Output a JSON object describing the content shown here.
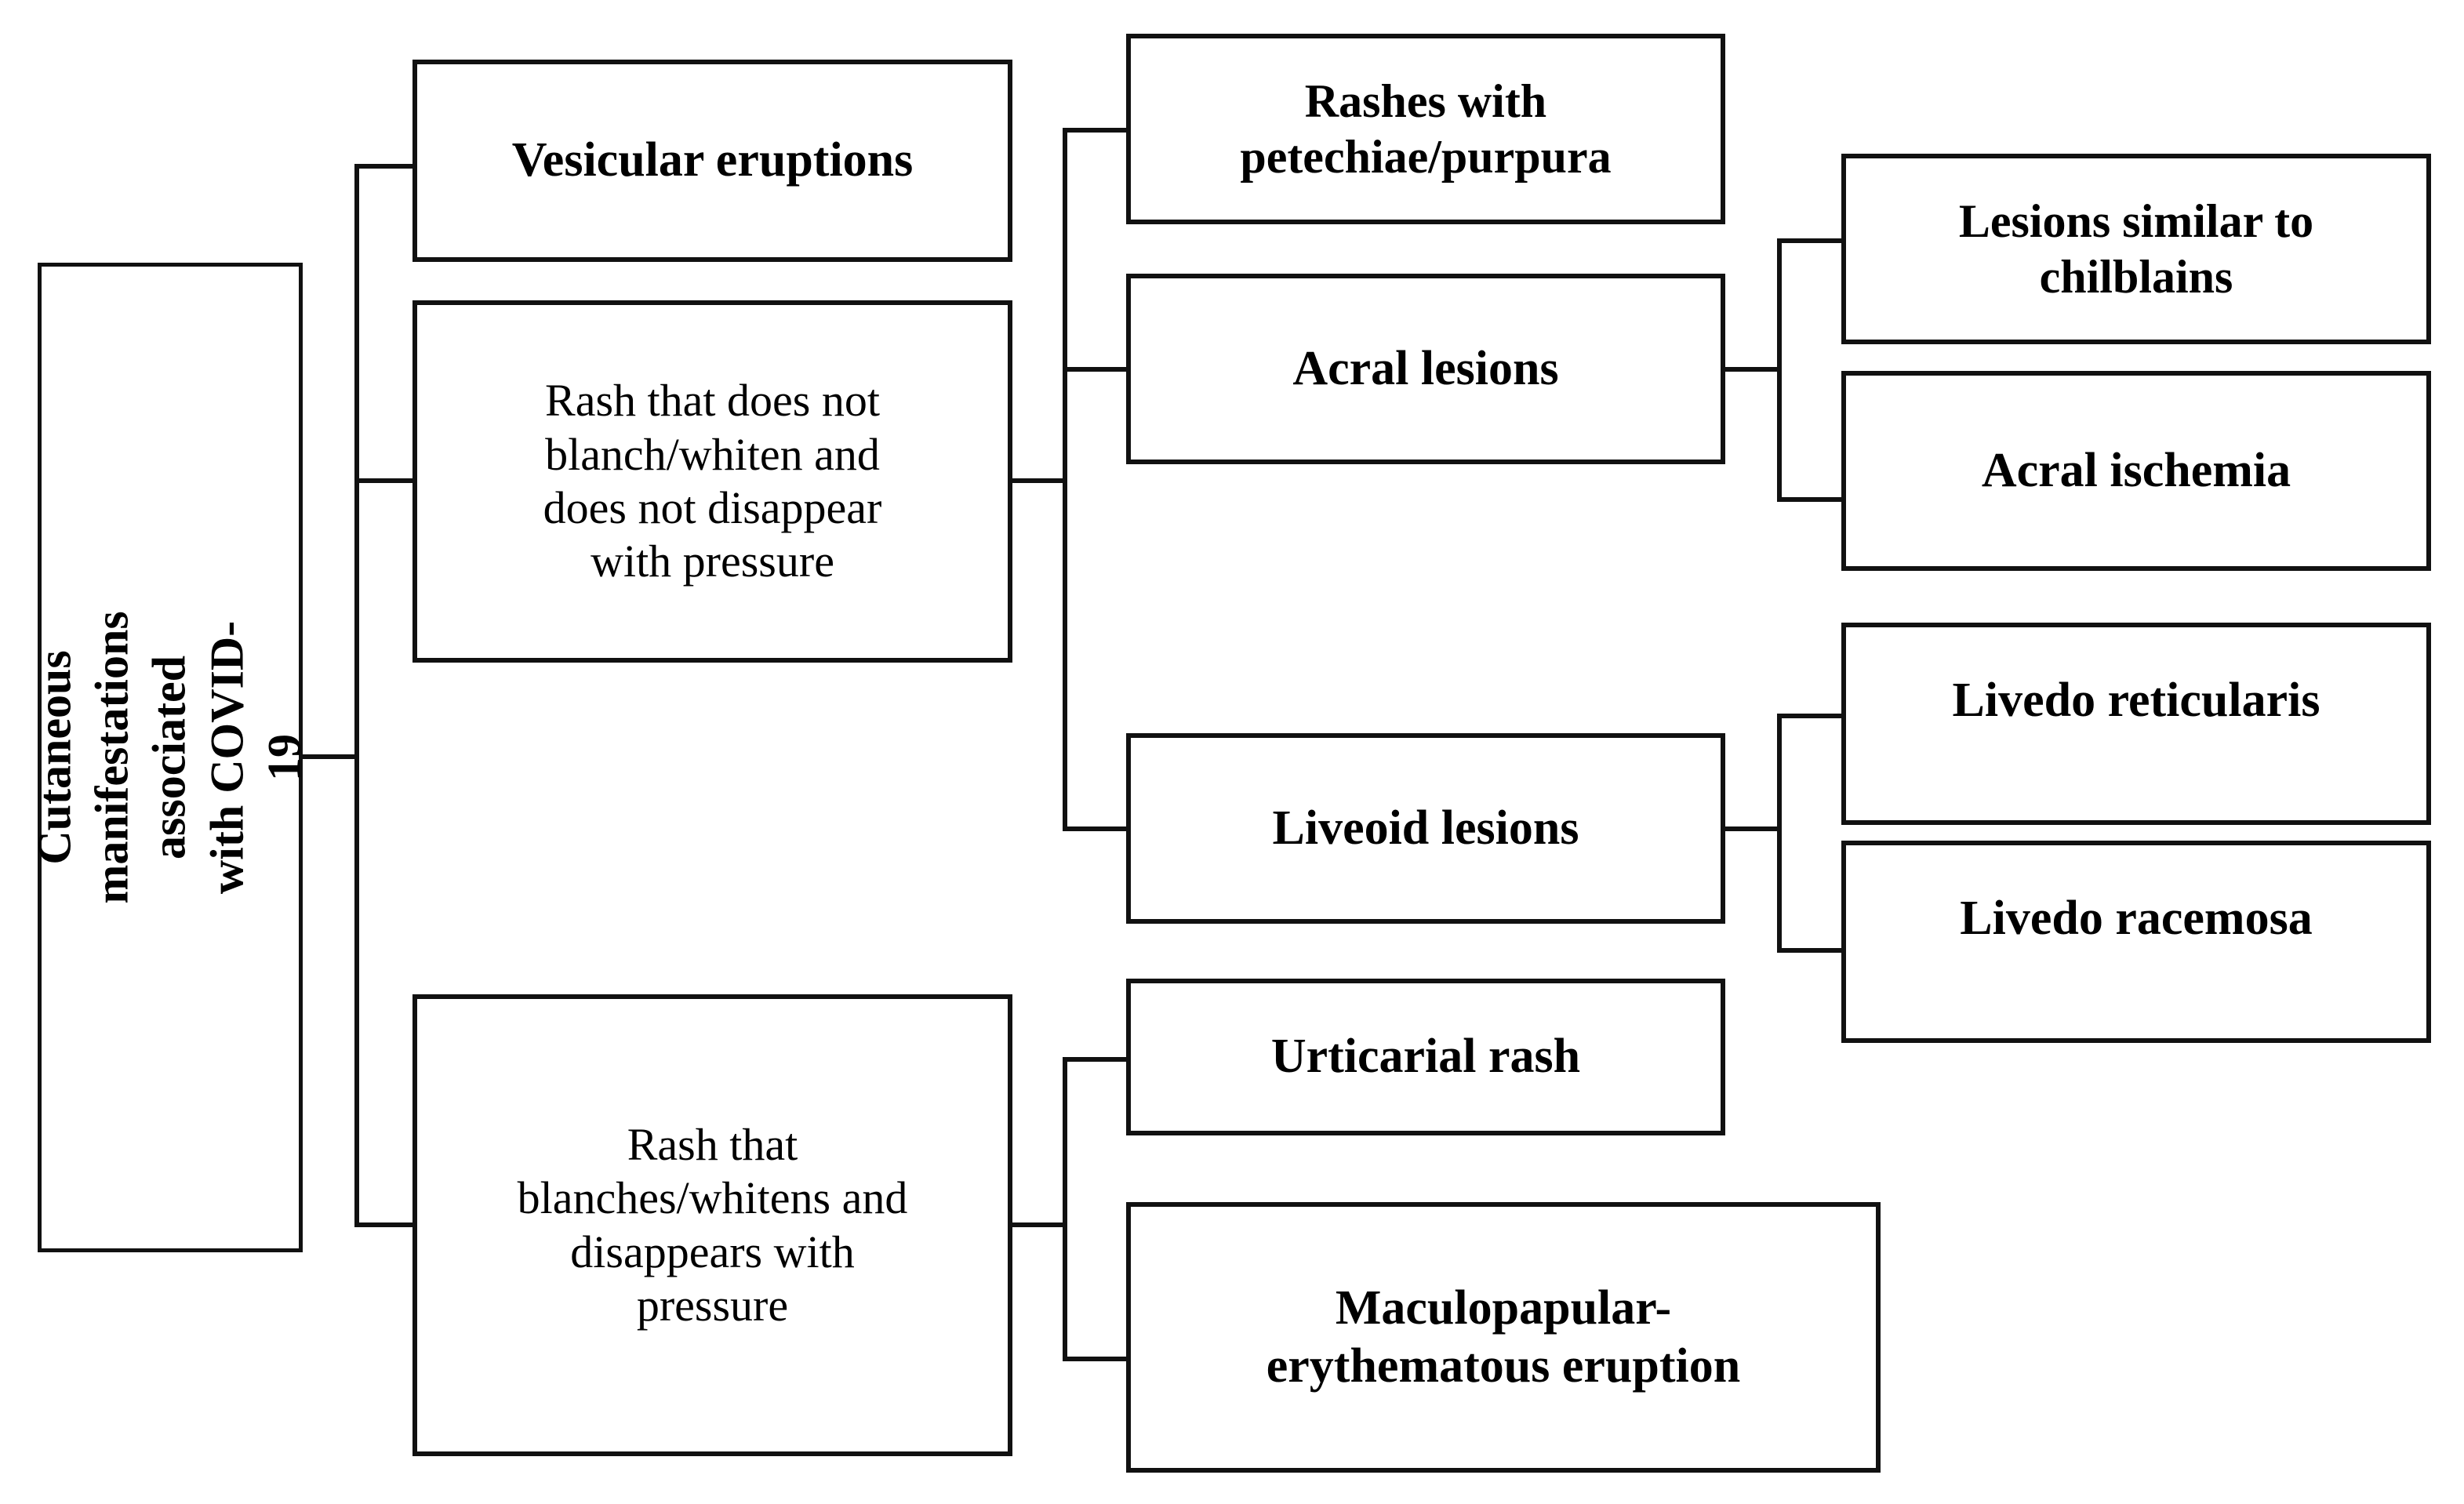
{
  "diagram": {
    "title": "Cutaneous manifestations associated with COVID-19",
    "type": "hierarchy-tree",
    "orientation": "left-to-right",
    "colors": {
      "background": "#ffffff",
      "box_border": "#111111",
      "connector": "#111111",
      "text": "#000000"
    },
    "root": {
      "label": "Cutaneous manifestations\nassociated with COVID-19",
      "text_orientation": "vertical-rotated-90ccw",
      "weight": "bold"
    },
    "level2": [
      {
        "id": "vesicular",
        "label": "Vesicular eruptions",
        "weight": "bold"
      },
      {
        "id": "non-blanching",
        "label": "Rash that does not\nblanch/whiten and\ndoes not disappear\nwith pressure",
        "weight": "normal"
      },
      {
        "id": "blanching",
        "label": "Rash that\nblanches/whitens and\ndisappears with\npressure",
        "weight": "normal"
      }
    ],
    "level3": [
      {
        "id": "petechiae",
        "parent": "non-blanching",
        "label": "Rashes with\npetechiae/purpura",
        "weight": "bold"
      },
      {
        "id": "acral",
        "parent": "non-blanching",
        "label": "Acral lesions",
        "weight": "bold"
      },
      {
        "id": "liveoid",
        "parent": "non-blanching",
        "label": "Liveoid lesions",
        "weight": "bold"
      },
      {
        "id": "urticarial",
        "parent": "blanching",
        "label": "Urticarial  rash",
        "weight": "bold"
      },
      {
        "id": "maculopapular",
        "parent": "blanching",
        "label": "Maculopapular-\nerythematous eruption",
        "weight": "bold"
      }
    ],
    "level4": [
      {
        "id": "chilblains",
        "parent": "acral",
        "label": "Lesions similar to\nchilblains",
        "weight": "bold"
      },
      {
        "id": "ischemia",
        "parent": "acral",
        "label": "Acral ischemia",
        "weight": "bold"
      },
      {
        "id": "reticularis",
        "parent": "liveoid",
        "label": "Livedo reticularis",
        "weight": "bold"
      },
      {
        "id": "racemosa",
        "parent": "liveoid",
        "label": "Livedo racemosa",
        "weight": "bold"
      }
    ]
  }
}
